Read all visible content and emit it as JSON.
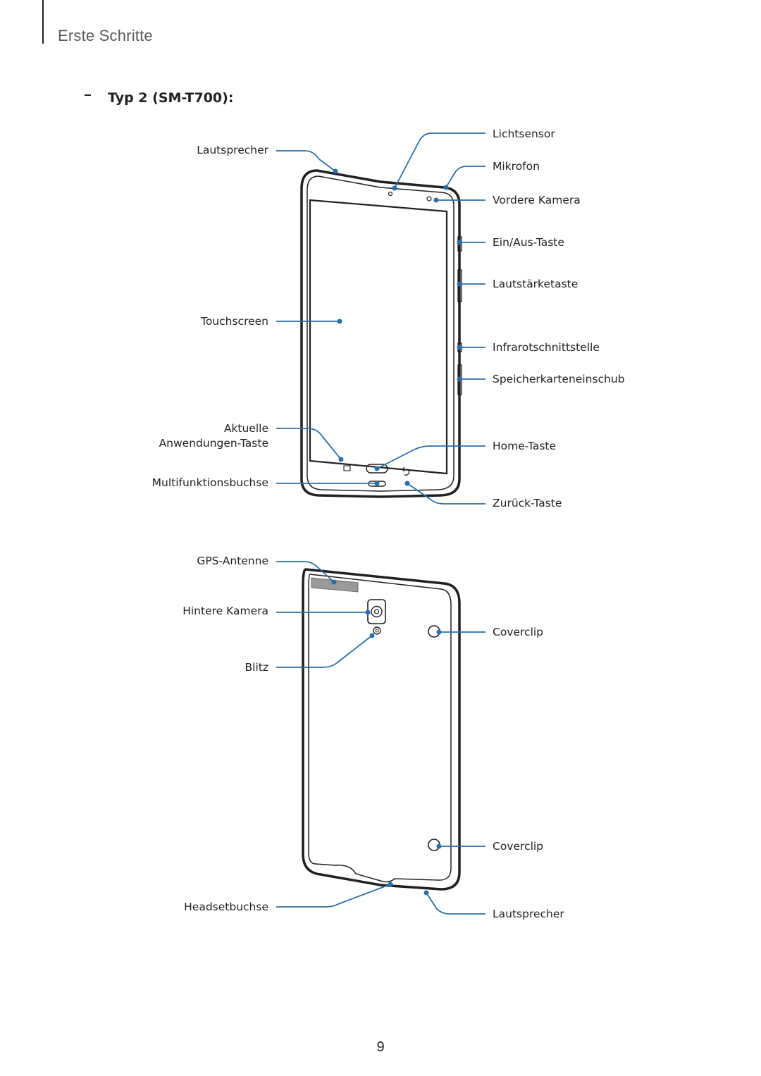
{
  "header": {
    "section_title": "Erste Schritte"
  },
  "subheading": {
    "dash": "–",
    "title": "Typ 2 (SM-T700):"
  },
  "front_labels": {
    "lautsprecher": "Lautsprecher",
    "touchscreen": "Touchscreen",
    "aktuelle_line1": "Aktuelle",
    "aktuelle_line2": "Anwendungen-Taste",
    "multifunktionsbuchse": "Multifunktionsbuchse",
    "lichtsensor": "Lichtsensor",
    "mikrofon": "Mikrofon",
    "vordere_kamera": "Vordere Kamera",
    "ein_aus_taste": "Ein/Aus-Taste",
    "lautstaerketaste": "Lautstärketaste",
    "infrarotschnittstelle": "Infrarotschnittstelle",
    "speicherkarteneinschub": "Speicherkarteneinschub",
    "home_taste": "Home-Taste",
    "zurueck_taste": "Zurück-Taste"
  },
  "back_labels": {
    "gps_antenne": "GPS-Antenne",
    "hintere_kamera": "Hintere Kamera",
    "blitz": "Blitz",
    "headsetbuchse": "Headsetbuchse",
    "coverclip_top": "Coverclip",
    "coverclip_bottom": "Coverclip",
    "lautsprecher": "Lautsprecher"
  },
  "footer": {
    "page_number": "9"
  },
  "colors": {
    "callout": "#2a6ea8",
    "outline": "#231f20"
  }
}
